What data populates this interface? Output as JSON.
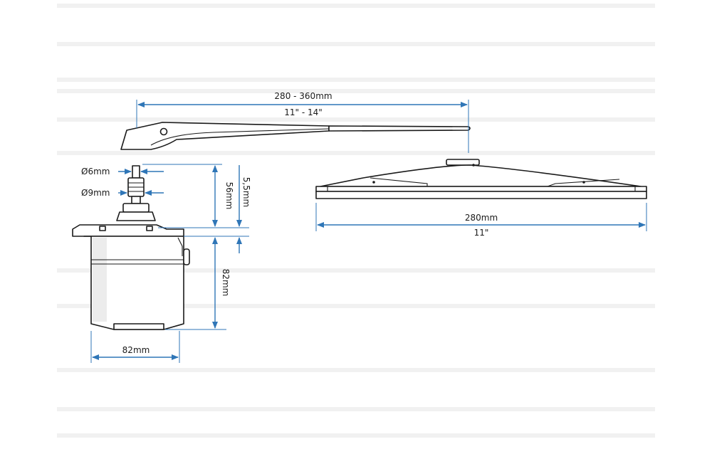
{
  "diagram": {
    "arm_length_metric": "280 - 360mm",
    "arm_length_imperial": "11\" - 14\"",
    "shaft_diameter_top": "Ø6mm",
    "shaft_diameter_bottom": "Ø9mm",
    "shaft_height": "56mm",
    "flange_thickness": "5,5mm",
    "motor_height": "82mm",
    "motor_width": "82mm",
    "blade_length_metric": "280mm",
    "blade_length_imperial": "11\""
  },
  "colors": {
    "dimension_line": "#2f76b7",
    "outline": "#1a1a1a"
  }
}
